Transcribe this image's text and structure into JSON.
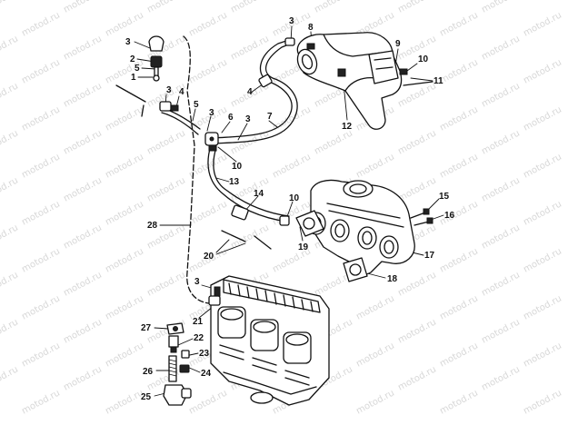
{
  "watermark": "motod.ru",
  "callouts": [
    {
      "id": "c3a",
      "text": "3"
    },
    {
      "id": "c2",
      "text": "2"
    },
    {
      "id": "c5a",
      "text": "5"
    },
    {
      "id": "c1",
      "text": "1"
    },
    {
      "id": "c3b",
      "text": "3"
    },
    {
      "id": "c4a",
      "text": "4"
    },
    {
      "id": "c5b",
      "text": "5"
    },
    {
      "id": "c3c",
      "text": "3"
    },
    {
      "id": "c6",
      "text": "6"
    },
    {
      "id": "c3d",
      "text": "3"
    },
    {
      "id": "c7",
      "text": "7"
    },
    {
      "id": "c4b",
      "text": "4"
    },
    {
      "id": "c3e",
      "text": "3"
    },
    {
      "id": "c8",
      "text": "8"
    },
    {
      "id": "c9",
      "text": "9"
    },
    {
      "id": "c10a",
      "text": "10"
    },
    {
      "id": "c11",
      "text": "11"
    },
    {
      "id": "c12",
      "text": "12"
    },
    {
      "id": "c10b",
      "text": "10"
    },
    {
      "id": "c13",
      "text": "13"
    },
    {
      "id": "c14",
      "text": "14"
    },
    {
      "id": "c10c",
      "text": "10"
    },
    {
      "id": "c15",
      "text": "15"
    },
    {
      "id": "c16",
      "text": "16"
    },
    {
      "id": "c28",
      "text": "28"
    },
    {
      "id": "c19",
      "text": "19"
    },
    {
      "id": "c17",
      "text": "17"
    },
    {
      "id": "c20",
      "text": "20"
    },
    {
      "id": "c18",
      "text": "18"
    },
    {
      "id": "c3f",
      "text": "3"
    },
    {
      "id": "c21",
      "text": "21"
    },
    {
      "id": "c27",
      "text": "27"
    },
    {
      "id": "c22",
      "text": "22"
    },
    {
      "id": "c23",
      "text": "23"
    },
    {
      "id": "c26",
      "text": "26"
    },
    {
      "id": "c24",
      "text": "24"
    },
    {
      "id": "c25",
      "text": "25"
    }
  ]
}
